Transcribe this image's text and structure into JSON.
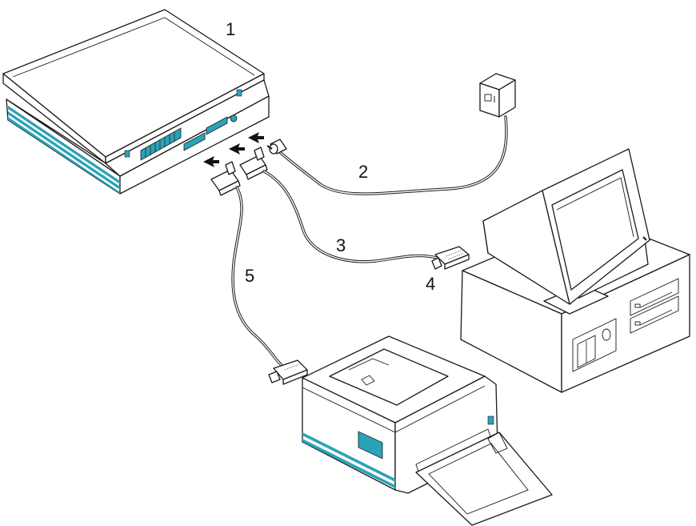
{
  "accent_color": "#2aa3b8",
  "line_color": "#1a1a1a",
  "callouts": {
    "scanner": "1",
    "power_adapter_cable": "2",
    "computer_cable": "3",
    "computer_port": "4",
    "printer_cable": "5"
  },
  "icons": {
    "scanner": "flatbed-scanner",
    "adapter": "ac-power-adapter",
    "computer": "desktop-computer",
    "printer": "laser-printer"
  }
}
